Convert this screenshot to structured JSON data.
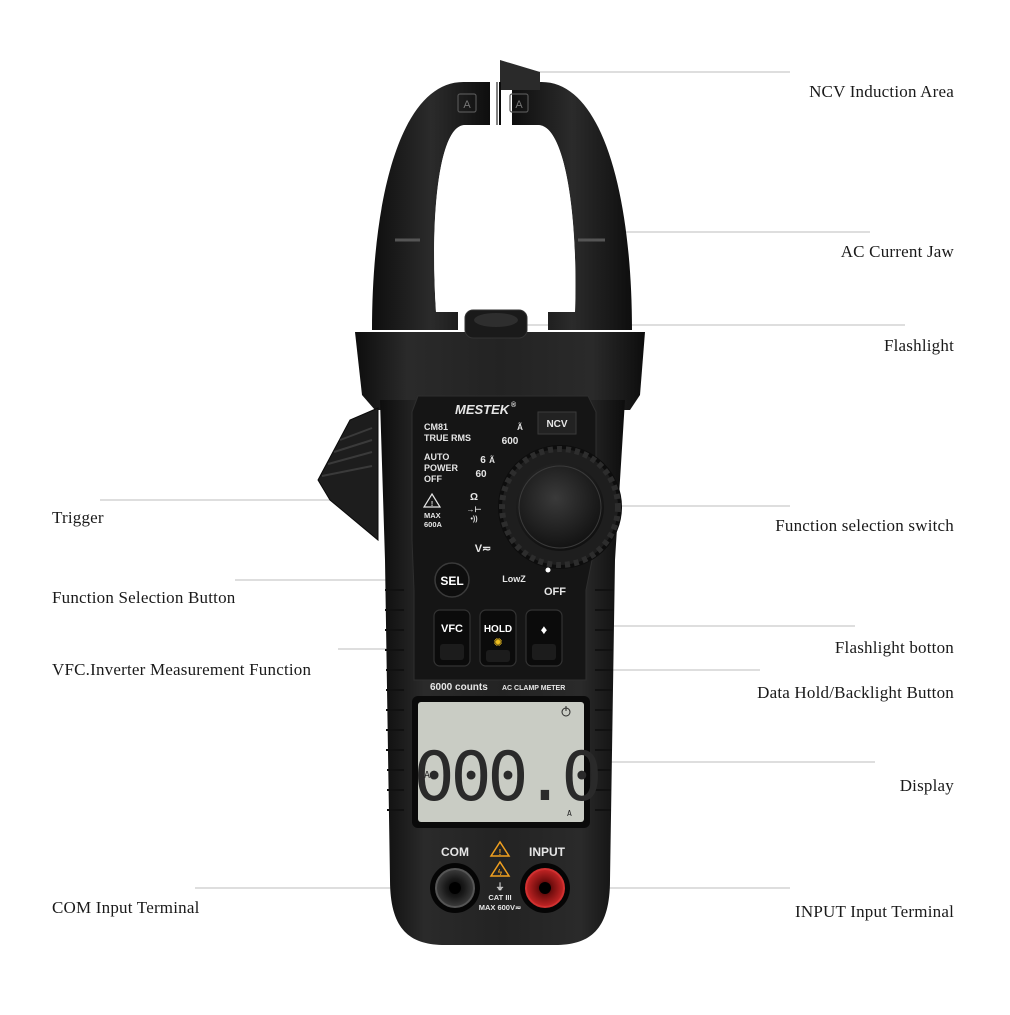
{
  "callouts": {
    "ncv": "NCV  Induction Area",
    "jaw": "AC Current Jaw",
    "flashlight": "Flashlight",
    "trigger": "Trigger",
    "function_switch": "Function selection switch",
    "function_button": "Function Selection Button",
    "flashlight_button": "Flashlight botton",
    "vfc": "VFC.Inverter Measurement Function",
    "hold": "Data Hold/Backlight Button",
    "display": "Display",
    "com_terminal": "COM Input Terminal",
    "input_terminal": "INPUT Input Terminal"
  },
  "device": {
    "brand": "MESTEK",
    "brand_mark": "®",
    "model": "CM81",
    "true_rms": "TRUE RMS",
    "auto_power_off": [
      "AUTO",
      "POWER",
      "OFF"
    ],
    "max_rating": [
      "MAX",
      "600A"
    ],
    "dial": {
      "ncv": "NCV",
      "a600": "600",
      "a6": "6",
      "a60": "60",
      "ohm": "Ω",
      "v": "V≂",
      "lowz": "LowZ",
      "off": "OFF"
    },
    "buttons": {
      "sel": "SEL",
      "vfc": "VFC",
      "hold": "HOLD"
    },
    "counts_label": "6000 counts",
    "meter_label": "AC CLAMP METER",
    "display": {
      "reading": "000.0",
      "mode": "AC",
      "unit": "A"
    },
    "terminals": {
      "com": "COM",
      "input": "INPUT",
      "cat": "CAT III",
      "max_voltage": "MAX 600V≂"
    },
    "jaw_mark": "A"
  },
  "colors": {
    "body": "#1c1c1c",
    "panel": "#111111",
    "lcd": "#c9ccc4",
    "input_terminal": "#b81f1f",
    "warning": "#f0a020"
  }
}
